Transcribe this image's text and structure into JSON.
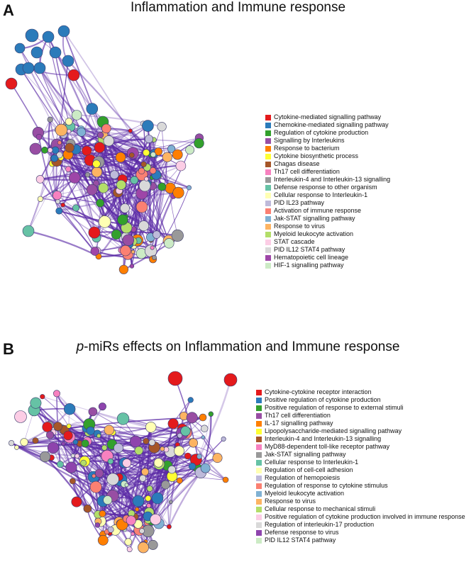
{
  "panel_a": {
    "letter": "A",
    "title": "Inflammation and Immune response",
    "legend": [
      {
        "label": "Cytokine-mediated signalling pathway",
        "color": "#e41a1c"
      },
      {
        "label": "Chemokine-mediated signalling pathway",
        "color": "#2b7bba"
      },
      {
        "label": "Regulation of cytokine production",
        "color": "#33a02c"
      },
      {
        "label": "Signalling by Interleukins",
        "color": "#984ea3"
      },
      {
        "label": "Response to bacterium",
        "color": "#ff7f00"
      },
      {
        "label": "Cytokine biosynthetic process",
        "color": "#ffff33"
      },
      {
        "label": "Chagas disease",
        "color": "#a65628"
      },
      {
        "label": "Th17 cell differentiation",
        "color": "#f781bf"
      },
      {
        "label": "Interleukin-4 and Interleukin-13 signalling",
        "color": "#999999"
      },
      {
        "label": "Defense response to other organism",
        "color": "#66c2a5"
      },
      {
        "label": "Cellular response to Interleukin-1",
        "color": "#ffffb3"
      },
      {
        "label": "PID IL23 pathway",
        "color": "#bebada"
      },
      {
        "label": "Activation of immune response",
        "color": "#fb8072"
      },
      {
        "label": "Jak-STAT signalling pathway",
        "color": "#80b1d3"
      },
      {
        "label": "Response to virus",
        "color": "#fdb462"
      },
      {
        "label": "Myeloid leukocyte activation",
        "color": "#b3de69"
      },
      {
        "label": "STAT cascade",
        "color": "#fccde5"
      },
      {
        "label": "PID IL12 STAT4 pathway",
        "color": "#d9d9d9"
      },
      {
        "label": "Hematopoietic cell lineage",
        "color": "#9e46a8"
      },
      {
        "label": "HIF-1 signalling pathway",
        "color": "#ccebc5"
      }
    ]
  },
  "panel_b": {
    "letter": "B",
    "title_prefix": "p",
    "title_rest": "-miRs effects on Inflammation and Immune response",
    "legend": [
      {
        "label": "Cytokine-cytokine receptor interaction",
        "color": "#e41a1c"
      },
      {
        "label": "Positive regulation of cytokine production",
        "color": "#2b7bba"
      },
      {
        "label": "Positive regulation of response to external stimuli",
        "color": "#33a02c"
      },
      {
        "label": "Th17 cell differentiation",
        "color": "#984ea3"
      },
      {
        "label": "IL-17 signalling pathway",
        "color": "#ff7f00"
      },
      {
        "label": "Lipopolysaccharide-mediated signalling pathway",
        "color": "#ffff33"
      },
      {
        "label": "Interleukin-4 and Interleukin-13 signalling",
        "color": "#a65628"
      },
      {
        "label": "MyD88-dependent toll-like receptor pathway",
        "color": "#f781bf"
      },
      {
        "label": "Jak-STAT signalling pathway",
        "color": "#999999"
      },
      {
        "label": "Cellular response to Interleukin-1",
        "color": "#66c2a5"
      },
      {
        "label": "Regulation of cell-cell adhesion",
        "color": "#ffffb3"
      },
      {
        "label": "Regulation of hemopoiesis",
        "color": "#bebada"
      },
      {
        "label": "Regulation of response to cytokine stimulus",
        "color": "#fb8072"
      },
      {
        "label": "Myeloid leukocyte activation",
        "color": "#80b1d3"
      },
      {
        "label": "Response to virus",
        "color": "#fdb462"
      },
      {
        "label": "Cellular response to mechanical stimuli",
        "color": "#b3de69"
      },
      {
        "label": "Positive regulation of cytokine production involved in immune response",
        "color": "#fccde5"
      },
      {
        "label": "Regulation of interleukin-17 production",
        "color": "#d9d9d9"
      },
      {
        "label": "Defense response to virus",
        "color": "#8e44ad"
      },
      {
        "label": "PID IL12 STAT4 pathway",
        "color": "#ccebc5"
      }
    ]
  },
  "style": {
    "edge_color": "#5b2aa6",
    "node_stroke": "#3a3a6a"
  }
}
